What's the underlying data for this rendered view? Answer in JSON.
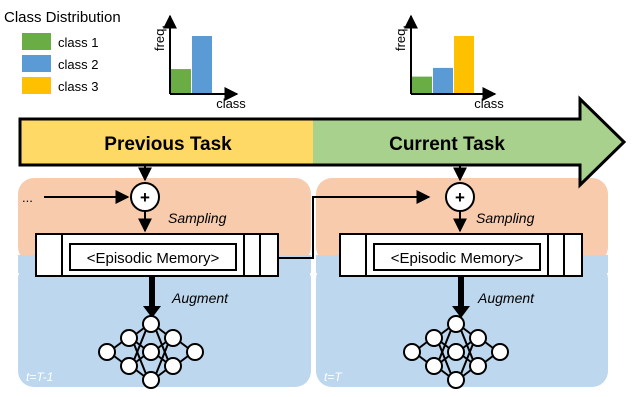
{
  "legend": {
    "title": "Class Distribution",
    "items": [
      {
        "label": "class 1",
        "color": "#6aad45"
      },
      {
        "label": "class 2",
        "color": "#5b9bd5"
      },
      {
        "label": "class 3",
        "color": "#ffc000"
      }
    ]
  },
  "chart_data": [
    {
      "type": "bar",
      "xlabel": "class",
      "ylabel": "freq.",
      "categories": [
        "class 1",
        "class 2"
      ],
      "values": [
        0.43,
        1.0
      ],
      "colors": [
        "#6aad45",
        "#5b9bd5"
      ]
    },
    {
      "type": "bar",
      "xlabel": "class",
      "ylabel": "freq.",
      "categories": [
        "class 1",
        "class 2",
        "class 3"
      ],
      "values": [
        0.3,
        0.45,
        1.0
      ],
      "colors": [
        "#6aad45",
        "#5b9bd5",
        "#ffc000"
      ]
    }
  ],
  "timeline": {
    "previous_label": "Previous Task",
    "current_label": "Current Task"
  },
  "panels": {
    "left": {
      "input_label": "...",
      "plus_symbol": "+",
      "sampling_label": "Sampling",
      "memory_label": "<Episodic Memory>",
      "augment_label": "Augment",
      "time_label": "t=T-1"
    },
    "right": {
      "plus_symbol": "+",
      "sampling_label": "Sampling",
      "memory_label": "<Episodic Memory>",
      "augment_label": "Augment",
      "time_label": "t=T"
    }
  },
  "colors": {
    "previous_task": "#ffd966",
    "current_task": "#a9d18e",
    "sampling_bg": "#f8cbad",
    "augment_bg": "#bdd7ee"
  }
}
